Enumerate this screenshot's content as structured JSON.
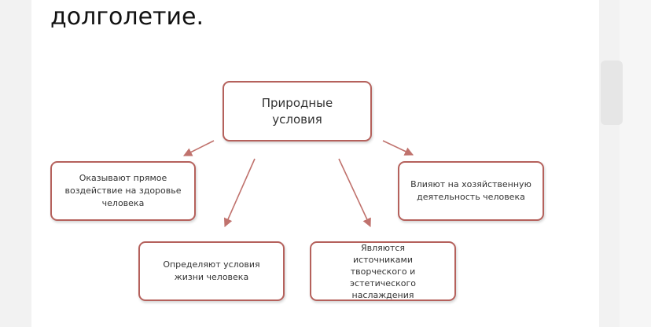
{
  "article": {
    "intro_text": "долголетие."
  },
  "diagram": {
    "root": {
      "label": "Природные условия"
    },
    "children": [
      {
        "label": "Оказывают прямое воздействие на здоровье человека"
      },
      {
        "label": "Влияют на хозяйственную деятельность человека"
      },
      {
        "label": "Определяют условия жизни человека"
      },
      {
        "label": "Являются источниками творческого и эстетического наслаждения"
      }
    ],
    "colors": {
      "node_border": "#b5615c",
      "arrow": "#c0726d",
      "node_text": "#333333"
    }
  }
}
